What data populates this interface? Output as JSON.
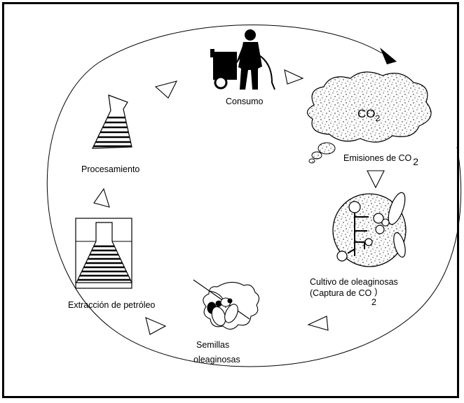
{
  "diagram": {
    "nodes": {
      "consumo": {
        "label": "Consumo"
      },
      "emisiones": {
        "label": "Emisiones de CO",
        "sub": "2"
      },
      "cloud": {
        "text": "CO",
        "sub": "2"
      },
      "cultivo": {
        "line1": "Cultivo de oleaginosas",
        "line2": "(Captura de CO",
        "line2_sub": ")",
        "line2_sub2": "2"
      },
      "semillas": {
        "line1": "Semillas",
        "line2": "oleaginosas"
      },
      "extraccion": {
        "label": "Extracción de petróleo"
      },
      "procesamiento": {
        "label": "Procesamiento"
      }
    },
    "colors": {
      "ink": "#000000",
      "background": "#ffffff"
    }
  }
}
